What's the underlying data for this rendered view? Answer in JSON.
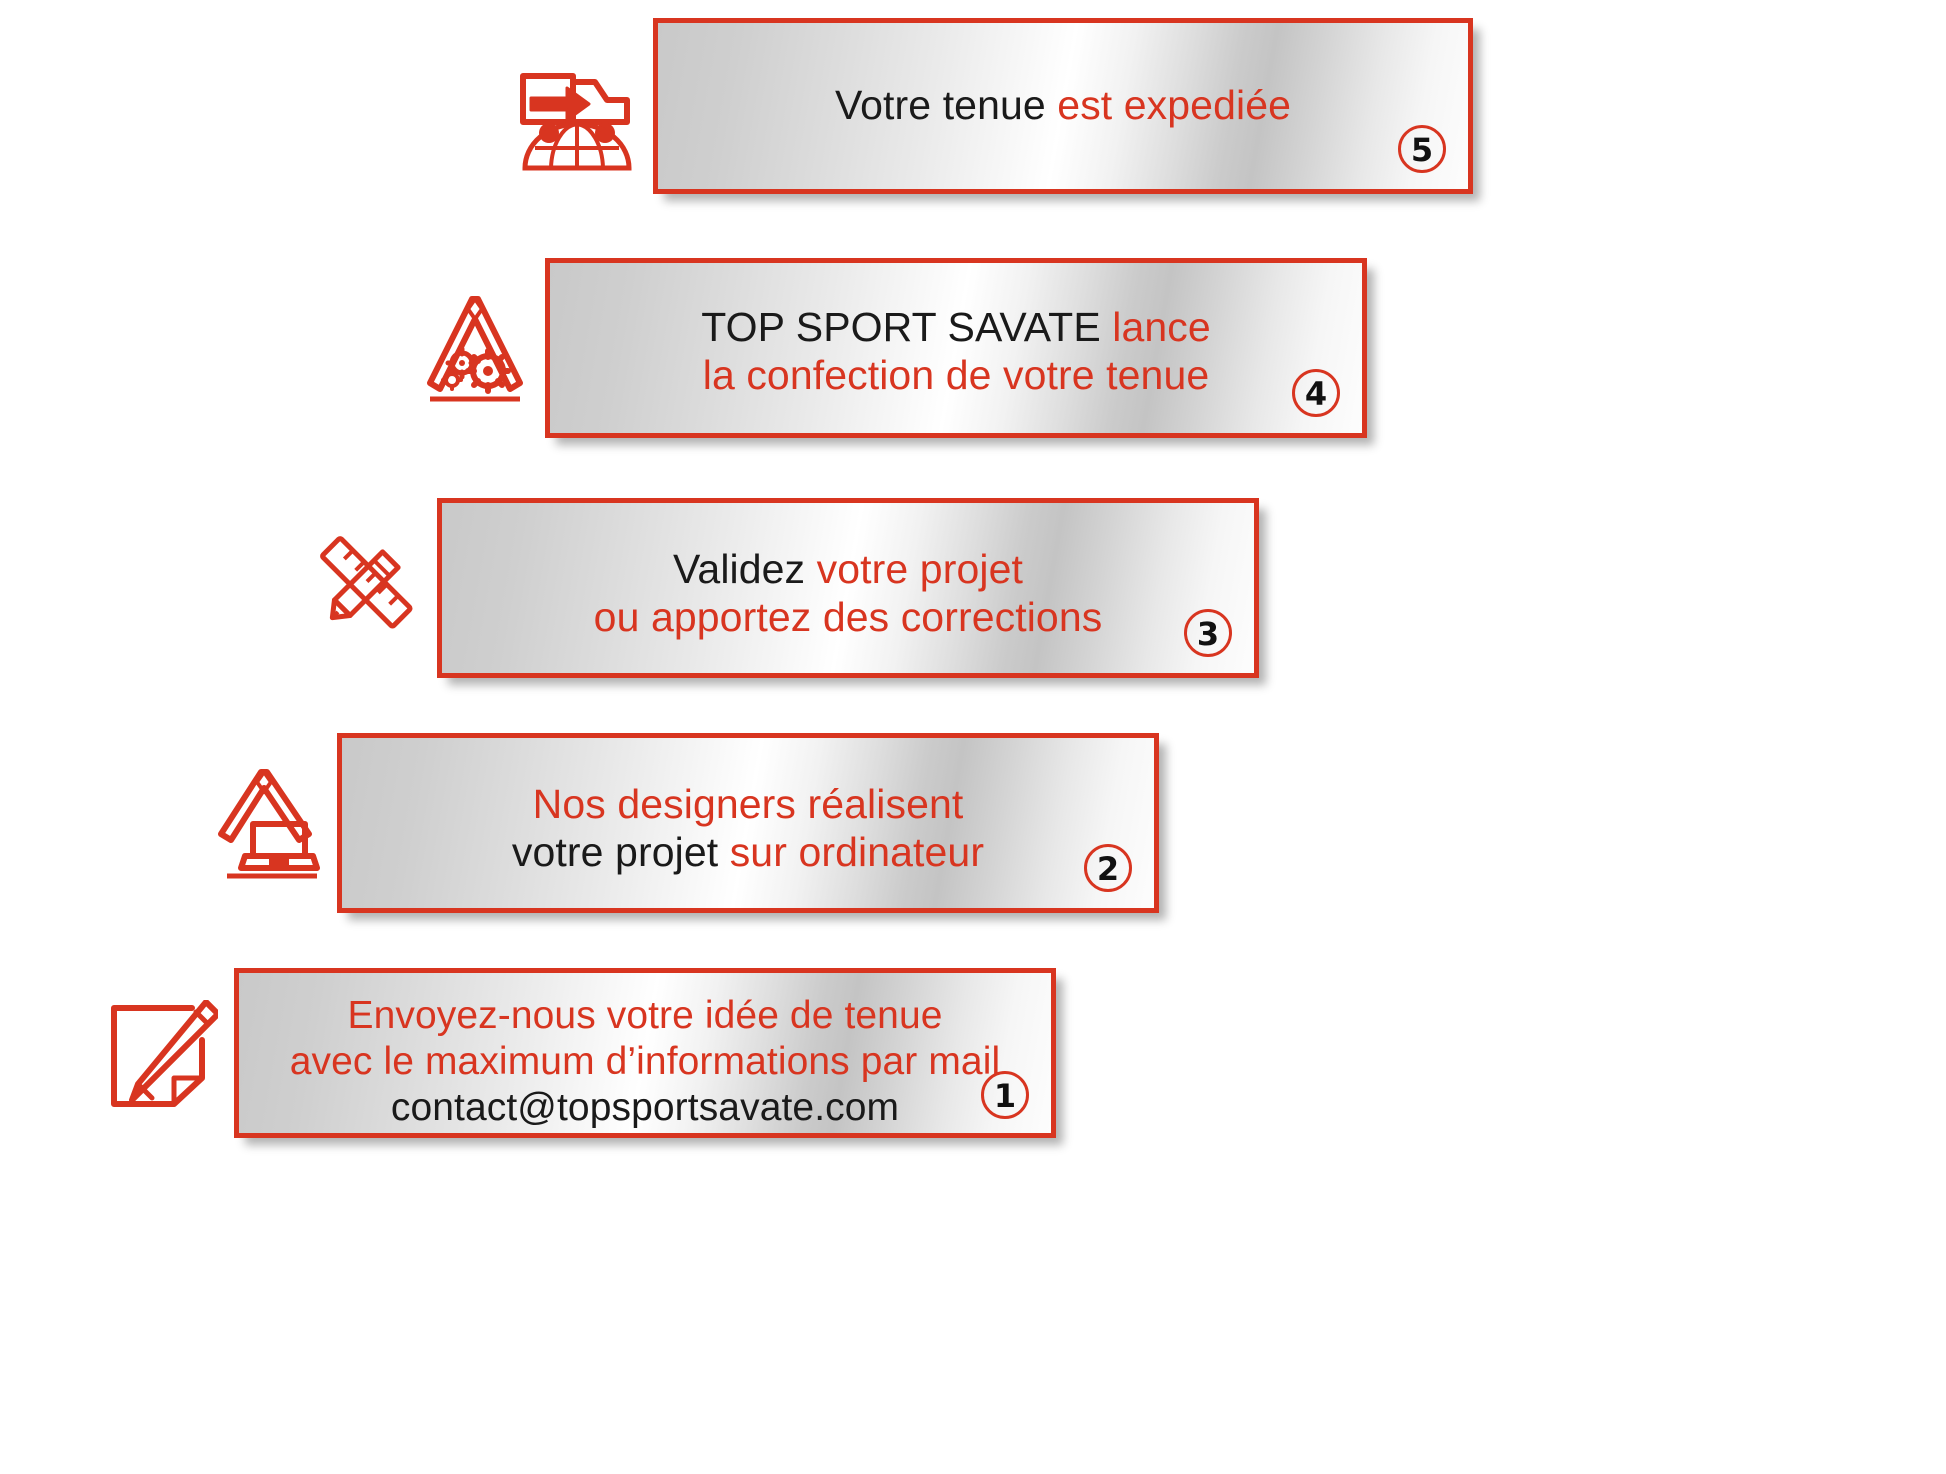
{
  "meta": {
    "brand_red": "#d83520",
    "text_black": "#1a1a1a",
    "title": "Process steps infographic"
  },
  "steps": [
    {
      "number": "5",
      "icon": "delivery-truck-globe-icon",
      "lines": [
        [
          {
            "t": "Votre tenue ",
            "c": "black"
          },
          {
            "t": "est expediée",
            "c": "red"
          }
        ]
      ],
      "plain_text": "Votre tenue est expediée"
    },
    {
      "number": "4",
      "icon": "roof-gears-icon",
      "lines": [
        [
          {
            "t": "TOP SPORT SAVATE ",
            "c": "black"
          },
          {
            "t": "lance",
            "c": "red"
          }
        ],
        [
          {
            "t": "la confection de votre tenue",
            "c": "red"
          }
        ]
      ],
      "plain_text": "TOP SPORT SAVATE lance la confection de votre tenue"
    },
    {
      "number": "3",
      "icon": "ruler-pencil-cross-icon",
      "lines": [
        [
          {
            "t": "Validez ",
            "c": "black"
          },
          {
            "t": "votre projet",
            "c": "red"
          }
        ],
        [
          {
            "t": "ou apportez des corrections",
            "c": "red"
          }
        ]
      ],
      "plain_text": "Validez votre projet ou apportez des corrections"
    },
    {
      "number": "2",
      "icon": "roof-laptop-icon",
      "lines": [
        [
          {
            "t": "Nos designers réalisent",
            "c": "red"
          }
        ],
        [
          {
            "t": "votre projet ",
            "c": "black"
          },
          {
            "t": "sur ordinateur",
            "c": "red"
          }
        ]
      ],
      "plain_text": "Nos designers réalisent votre projet sur ordinateur"
    },
    {
      "number": "1",
      "icon": "notepad-pencil-icon",
      "lines": [
        [
          {
            "t": "Envoyez-nous votre idée de tenue",
            "c": "red"
          }
        ],
        [
          {
            "t": "avec le maximum d’informations par mail",
            "c": "red"
          }
        ],
        [
          {
            "t": "contact@topsportsavate.com",
            "c": "black"
          }
        ]
      ],
      "plain_text": "Envoyez-nous votre idée de tenue avec le maximum d’informations par mail contact@topsportsavate.com"
    }
  ]
}
